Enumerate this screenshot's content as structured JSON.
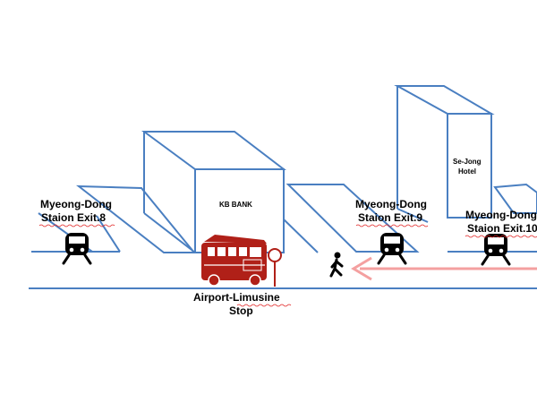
{
  "labels": {
    "exit8_line1": "Myeong-Dong",
    "exit8_line2": "Staion Exit.8",
    "exit9_line1": "Myeong-Dong",
    "exit9_line2": "Staion Exit.9",
    "exit10_line1": "Myeong-Dong",
    "exit10_line2": "Staion Exit.10",
    "bank": "KB BANK",
    "hotel_line1": "Se-Jong",
    "hotel_line2": "Hotel",
    "stop_line1": "Airport-Limusine",
    "stop_line2": "Stop"
  },
  "icons": {
    "subway": "subway-train-icon",
    "bus": "bus-icon",
    "bus_stop": "bus-stop-sign-icon",
    "pedestrian": "walking-person-icon",
    "route": "walking-route-arrow"
  },
  "colors": {
    "outline": "#4a7fc1",
    "bus": "#b02018",
    "arrow": "#f4a0a0",
    "underline": "#e02020",
    "text": "#000000"
  }
}
